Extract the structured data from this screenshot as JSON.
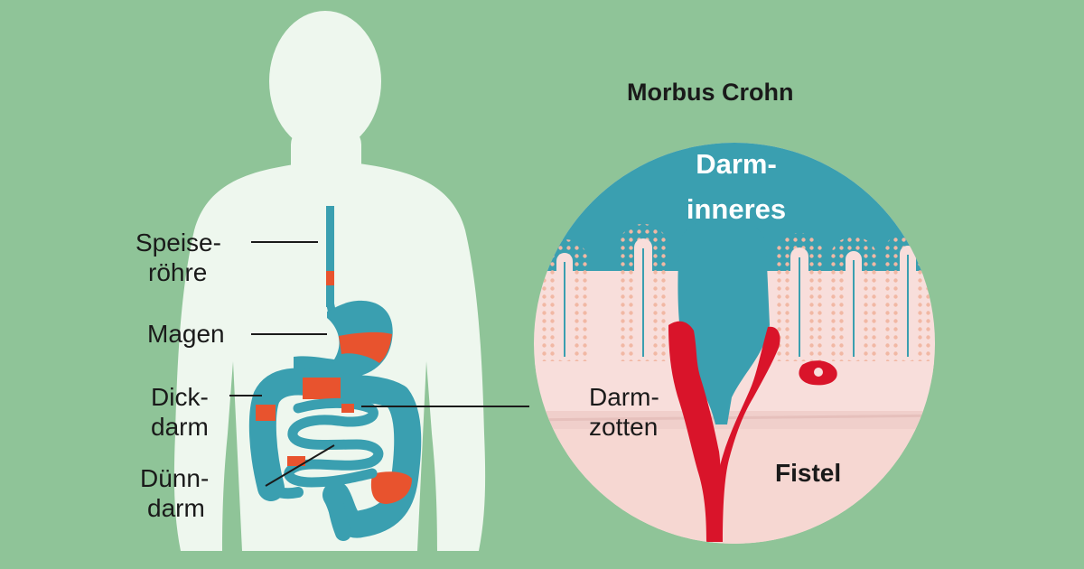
{
  "title": "Morbus Crohn",
  "labels": {
    "esophagus": [
      "Speise-",
      "röhre"
    ],
    "stomach": "Magen",
    "colon": [
      "Dick-",
      "darm"
    ],
    "small_intestine": [
      "Dünn-",
      "darm"
    ],
    "lumen": [
      "Darm-",
      "inneres"
    ],
    "villi": [
      "Darm-",
      "zotten"
    ],
    "fistula": "Fistel"
  },
  "colors": {
    "background": "#8fc498",
    "body": "#eef7ee",
    "intestine": "#3a9fb0",
    "inflammation": "#e8532e",
    "lumen": "#3a9fb0",
    "tissue": "#f8dedb",
    "fistula": "#d9142a"
  }
}
